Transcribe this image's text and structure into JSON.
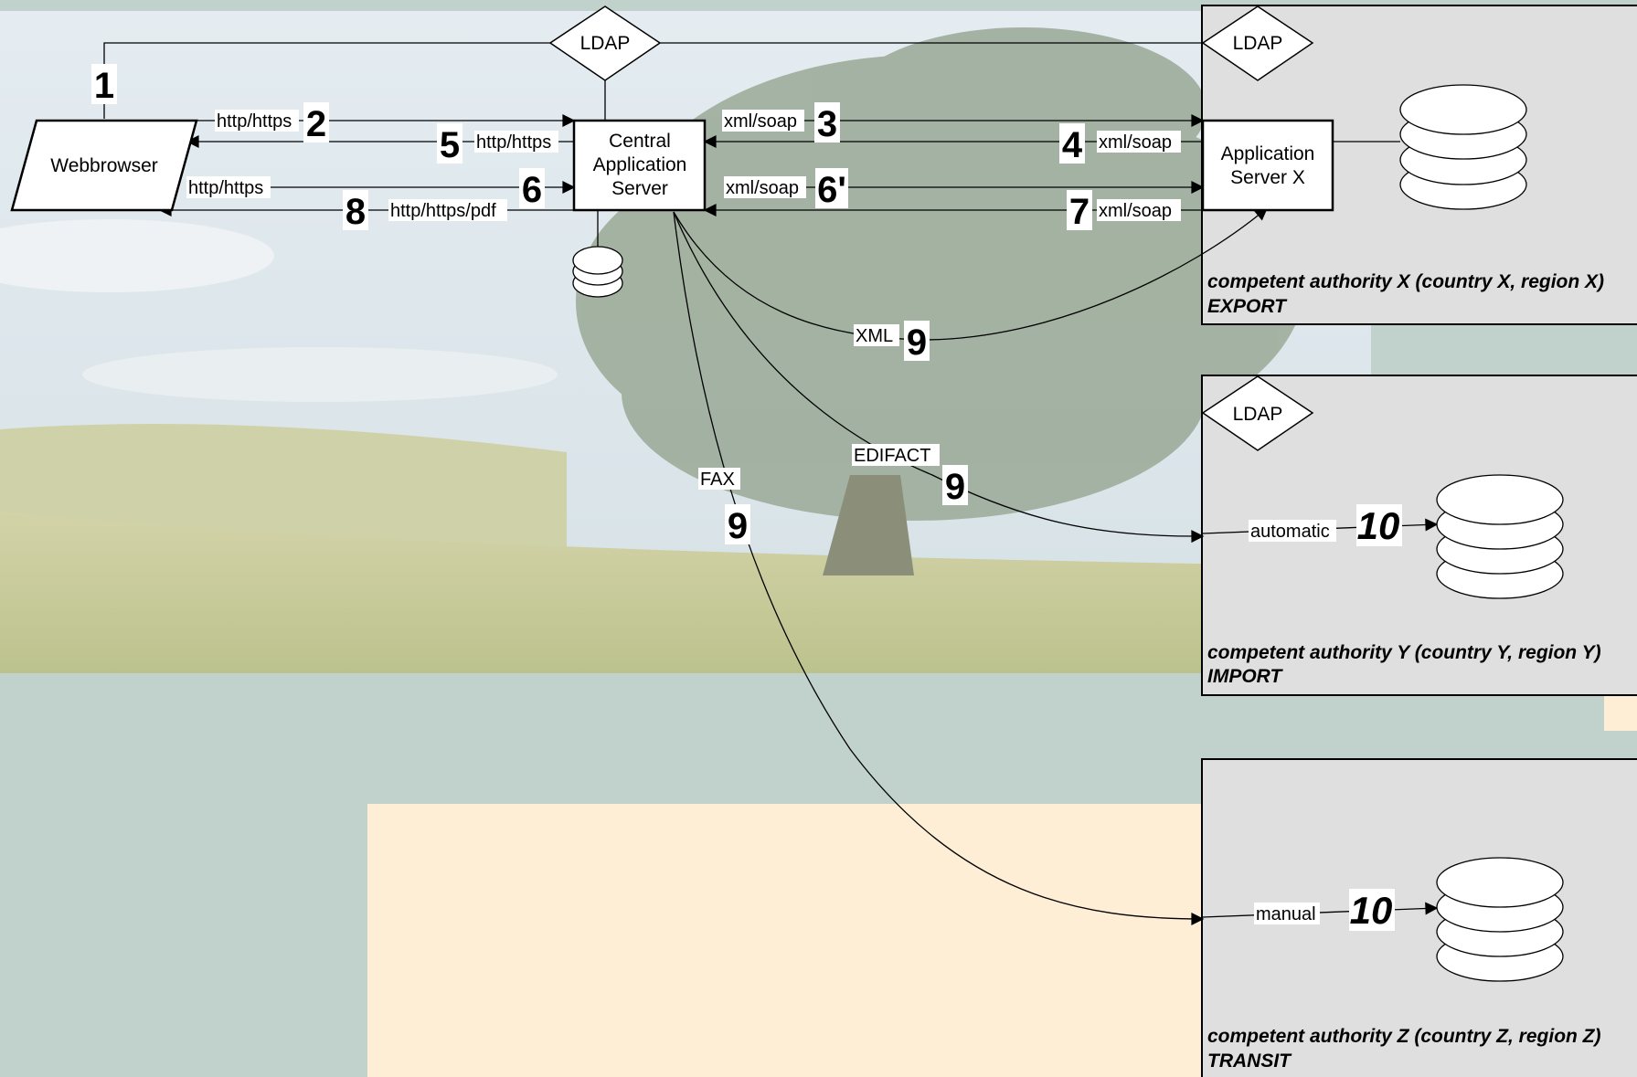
{
  "nodes": {
    "webbrowser": "Webbrowser",
    "central_server": [
      "Central",
      "Application",
      "Server"
    ],
    "app_server_x": [
      "Application",
      "Server X"
    ],
    "ldap": "LDAP"
  },
  "authorities": {
    "x": {
      "line1": "competent authority X (country X, region X)",
      "line2": "EXPORT"
    },
    "y": {
      "line1": "competent authority Y (country Y, region Y)",
      "line2": "IMPORT"
    },
    "z": {
      "line1": "competent authority Z (country Z, region Z)",
      "line2": "TRANSIT"
    }
  },
  "protocols": {
    "http_https": "http/https",
    "http_https_pdf": "http/https/pdf",
    "xml_soap": "xml/soap",
    "xml": "XML",
    "edifact": "EDIFACT",
    "fax": "FAX",
    "automatic": "automatic",
    "manual": "manual"
  },
  "steps": {
    "s1": "1",
    "s2": "2",
    "s3": "3",
    "s4": "4",
    "s5": "5",
    "s6": "6",
    "s6p": "6'",
    "s7": "7",
    "s8": "8",
    "s9": "9",
    "s10": "10"
  },
  "colors": {
    "page_bg": "#c0d2cb",
    "authority_box": "#dfdfdf",
    "cream_panel": "#feeed5",
    "field": "#c6c899",
    "sky": "#dbe6ec"
  }
}
